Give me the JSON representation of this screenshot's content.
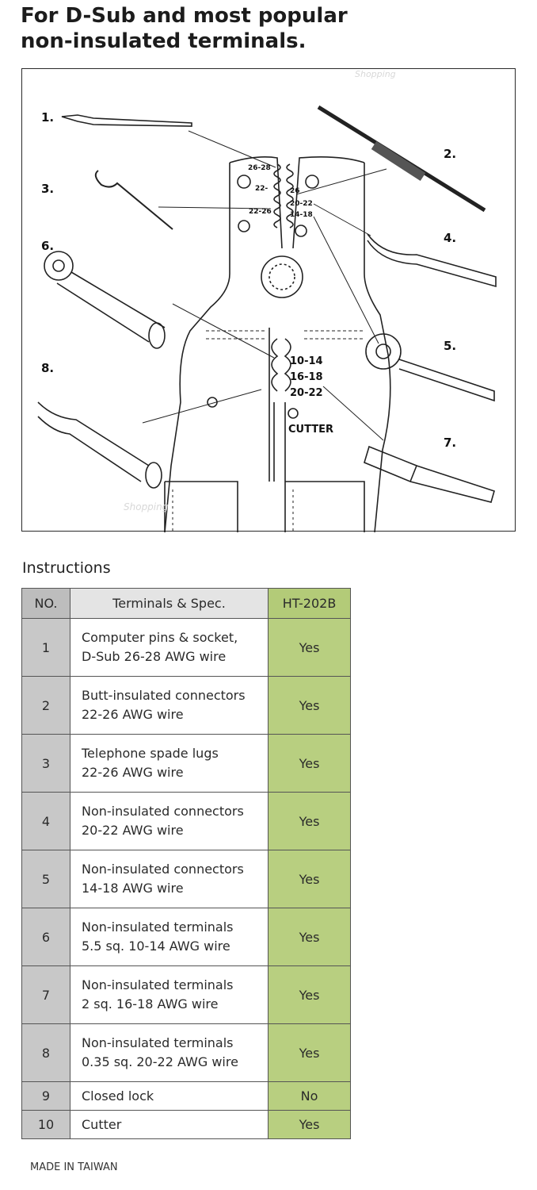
{
  "header": {
    "title_line1": "For D-Sub and most popular",
    "title_line2": "non-insulated terminals."
  },
  "diagram": {
    "callouts": [
      "1.",
      "2.",
      "3.",
      "4.",
      "5.",
      "6.",
      "7.",
      "8."
    ],
    "jaw_labels": [
      "26-28",
      "22-",
      "26",
      "20-22",
      "22-26",
      "14-18"
    ],
    "die_labels": [
      "10-14",
      "16-18",
      "20-22"
    ],
    "cutter_label": "CUTTER",
    "watermark": "Shopping"
  },
  "instructions": {
    "title": "Instructions",
    "columns": [
      "NO.",
      "Terminals & Spec.",
      "HT-202B"
    ],
    "rows": [
      {
        "no": "1",
        "line1": "Computer pins & socket,",
        "line2": "D-Sub 26-28 AWG wire",
        "value": "Yes"
      },
      {
        "no": "2",
        "line1": "Butt-insulated connectors",
        "line2": "22-26 AWG wire",
        "value": "Yes"
      },
      {
        "no": "3",
        "line1": "Telephone spade lugs",
        "line2": "22-26 AWG wire",
        "value": "Yes"
      },
      {
        "no": "4",
        "line1": "Non-insulated connectors",
        "line2": "20-22 AWG wire",
        "value": "Yes"
      },
      {
        "no": "5",
        "line1": "Non-insulated connectors",
        "line2": "14-18 AWG wire",
        "value": "Yes"
      },
      {
        "no": "6",
        "line1": "Non-insulated terminals",
        "line2": "5.5 sq. 10-14 AWG wire",
        "value": "Yes"
      },
      {
        "no": "7",
        "line1": "Non-insulated terminals",
        "line2": "2 sq. 16-18 AWG wire",
        "value": "Yes"
      },
      {
        "no": "8",
        "line1": "Non-insulated terminals",
        "line2": "0.35 sq. 20-22 AWG wire",
        "value": "Yes"
      },
      {
        "no": "9",
        "line1": "Closed lock",
        "line2": "",
        "value": "No"
      },
      {
        "no": "10",
        "line1": "Cutter",
        "line2": "",
        "value": "Yes"
      }
    ]
  },
  "footer": {
    "origin": "MADE IN TAIWAN"
  }
}
